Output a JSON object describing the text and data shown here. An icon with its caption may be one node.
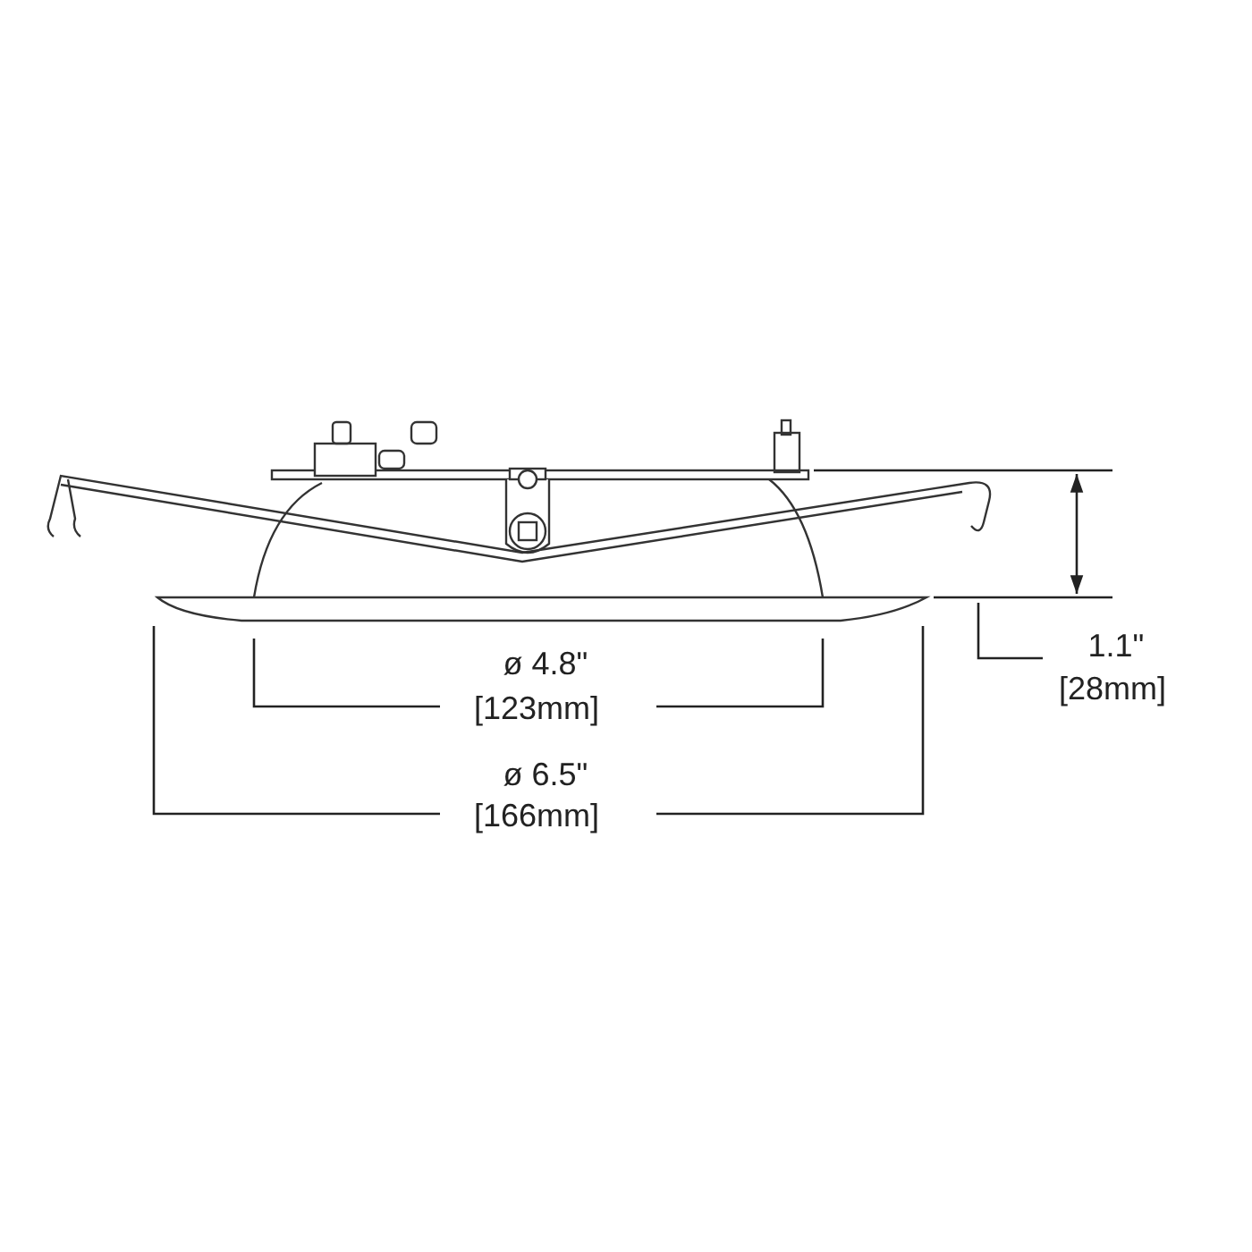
{
  "diagram": {
    "labels": [
      "ø 4.8\"",
      "[123mm]",
      "ø 6.5\"",
      "[166mm]",
      "1.1\"",
      "[28mm]"
    ]
  }
}
